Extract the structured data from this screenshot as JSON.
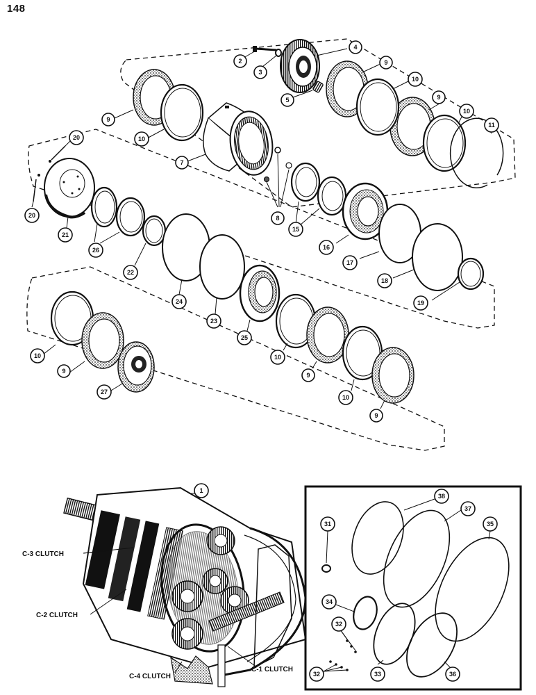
{
  "page_number": "148",
  "callouts": {
    "c1": "1",
    "c2": "2",
    "c3": "3",
    "c4": "4",
    "c5": "5",
    "c7": "7",
    "c8": "8",
    "c9": "9",
    "c10": "10",
    "c11": "11",
    "c15": "15",
    "c16": "16",
    "c17": "17",
    "c18": "18",
    "c19": "19",
    "c20": "20",
    "c21": "21",
    "c22": "22",
    "c23": "23",
    "c24": "24",
    "c25": "25",
    "c26": "26",
    "c27": "27",
    "c31": "31",
    "c32": "32",
    "c33": "33",
    "c34": "34",
    "c35": "35",
    "c36": "36",
    "c37": "37",
    "c38": "38"
  },
  "clutch_labels": {
    "c3": "C-3 CLUTCH",
    "c2": "C-2 CLUTCH",
    "c4": "C-4 CLUTCH",
    "c1": "C-1 CLUTCH"
  }
}
